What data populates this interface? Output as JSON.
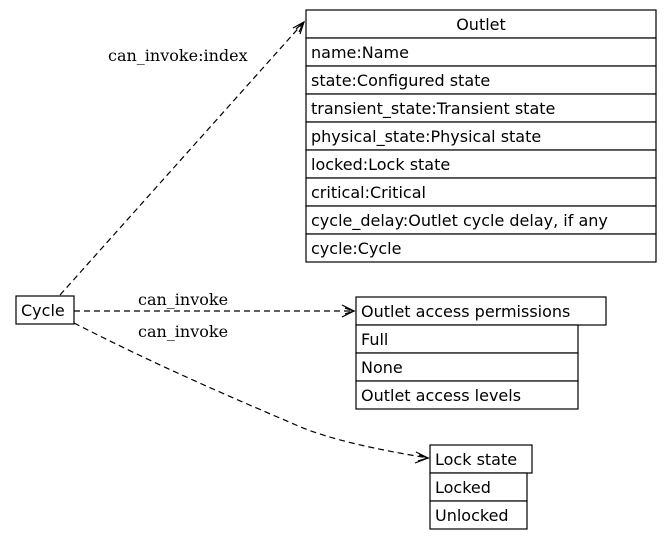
{
  "cycle_node": {
    "label": "Cycle"
  },
  "outlet": {
    "title": "Outlet",
    "fields": [
      "name:Name",
      "state:Configured state",
      "transient_state:Transient state",
      "physical_state:Physical state",
      "locked:Lock state",
      "critical:Critical",
      "cycle_delay:Outlet cycle delay, if any",
      "cycle:Cycle"
    ]
  },
  "permissions": {
    "title": "Outlet access permissions",
    "fields": [
      "Full",
      "None",
      "Outlet access levels"
    ]
  },
  "lockstate": {
    "title": "Lock state",
    "fields": [
      "Locked",
      "Unlocked"
    ]
  },
  "edges": {
    "to_outlet": "can_invoke:index",
    "to_permissions": "can_invoke",
    "to_lockstate": "can_invoke"
  }
}
